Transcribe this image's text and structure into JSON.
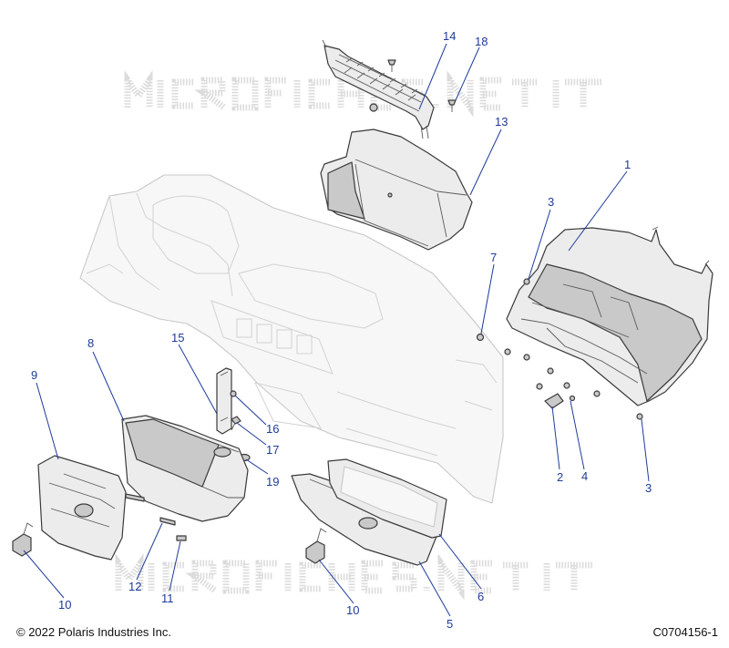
{
  "watermark": {
    "logo": "MICROFICHES.NET"
  },
  "callouts": [
    "14",
    "18",
    "13",
    "1",
    "3",
    "7",
    "8",
    "15",
    "9",
    "16",
    "17",
    "19",
    "2",
    "4",
    "3",
    "12",
    "11",
    "10",
    "10",
    "5",
    "6"
  ],
  "footer": {
    "copyright": "© 2022 Polaris Industries Inc.",
    "drawing_id": "C0704156-1"
  },
  "colors": {
    "callout": "#1e3b9a",
    "line_art": "#3a3a3a",
    "ghost": "#c8c8c8"
  }
}
